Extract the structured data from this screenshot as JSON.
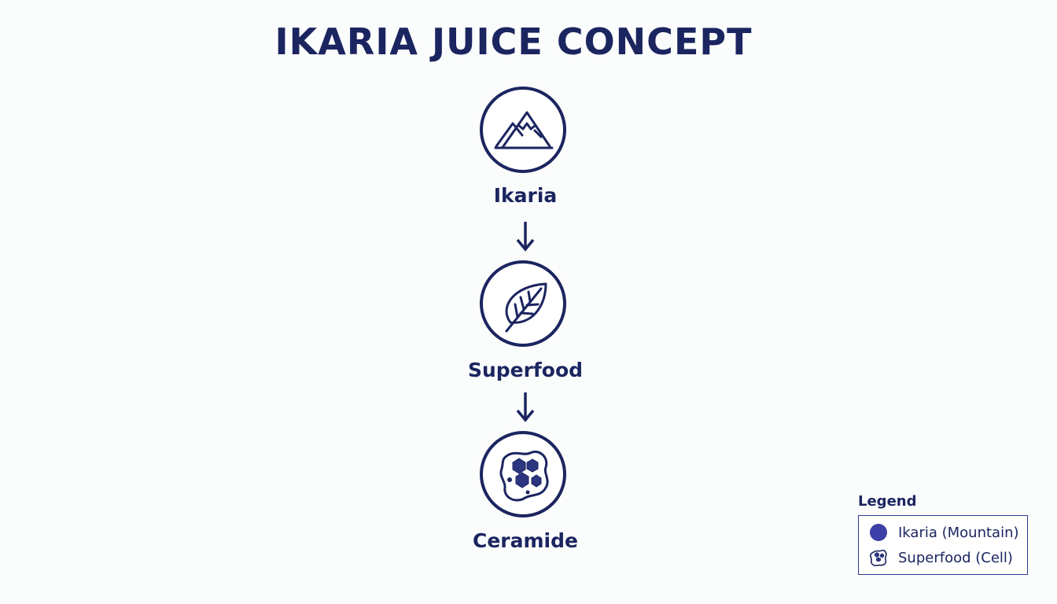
{
  "title": "IKARIA JUICE CONCEPT",
  "nodes": [
    {
      "label": "Ikaria",
      "icon": "mountain-icon"
    },
    {
      "label": "Superfood",
      "icon": "leaf-icon"
    },
    {
      "label": "Ceramide",
      "icon": "cell-icon"
    }
  ],
  "legend": {
    "title": "Legend",
    "items": [
      {
        "label": "Ikaria (Mountain)",
        "icon": "filled-circle-icon"
      },
      {
        "label": "Superfood (Cell)",
        "icon": "cell-icon"
      }
    ]
  },
  "colors": {
    "primary": "#1b2560",
    "legend_accent": "#3c3fa8",
    "background": "#fbfcfc"
  }
}
